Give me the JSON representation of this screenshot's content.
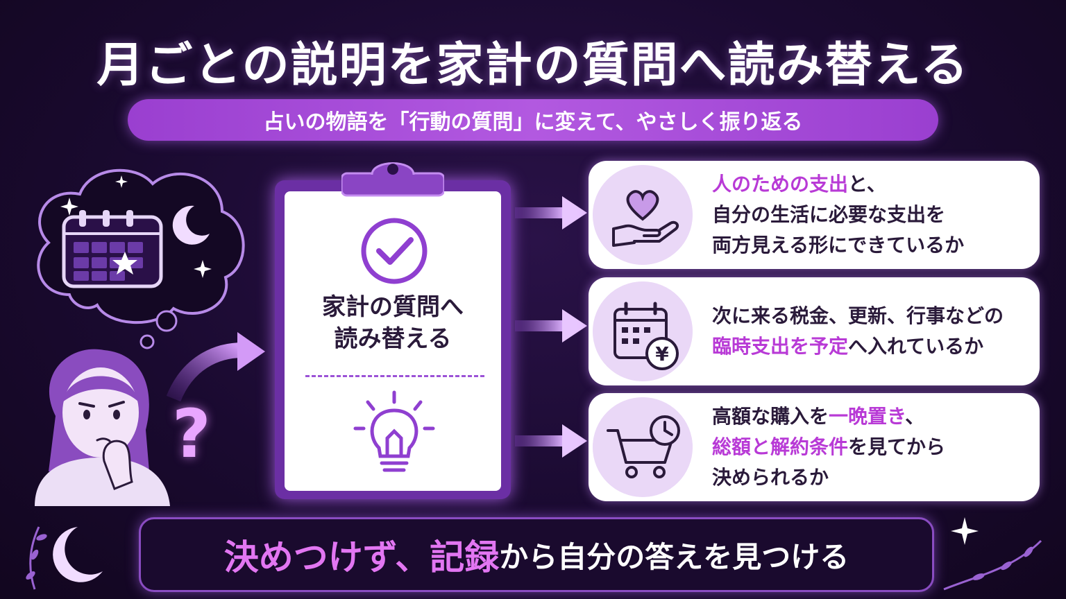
{
  "title": "月ごとの説明を家計の質問へ読み替える",
  "subtitle": "占いの物語を「行動の質問」に変えて、やさしく振り返る",
  "clipboard": {
    "line1": "家計の質問へ",
    "line2": "読み替える"
  },
  "question_mark": "?",
  "cards": [
    {
      "icon": "heart-hand-icon",
      "line1_highlight": "人のための支出",
      "line1_rest": "と、",
      "line2": "自分の生活に必要な支出を",
      "line3": "両方見える形にできているか"
    },
    {
      "icon": "calendar-yen-icon",
      "line1": "次に来る税金、更新、行事などの",
      "line2_highlight": "臨時支出を予定",
      "line2_rest": "へ入れているか",
      "yen": "¥"
    },
    {
      "icon": "cart-clock-icon",
      "line1_a": "高額な購入を",
      "line1_highlight": "一晩置き",
      "line1_b": "、",
      "line2_highlight": "総額と解約条件",
      "line2_rest": "を見てから",
      "line3": "決められるか"
    }
  ],
  "banner": {
    "part1": "決めつけず、",
    "part2": "記録",
    "part3": "から自分の答えを見つける"
  },
  "colors": {
    "accent": "#b83ad6",
    "pill": "#a84ad8",
    "board": "#6b2fa4",
    "background": "#1a0a30"
  }
}
